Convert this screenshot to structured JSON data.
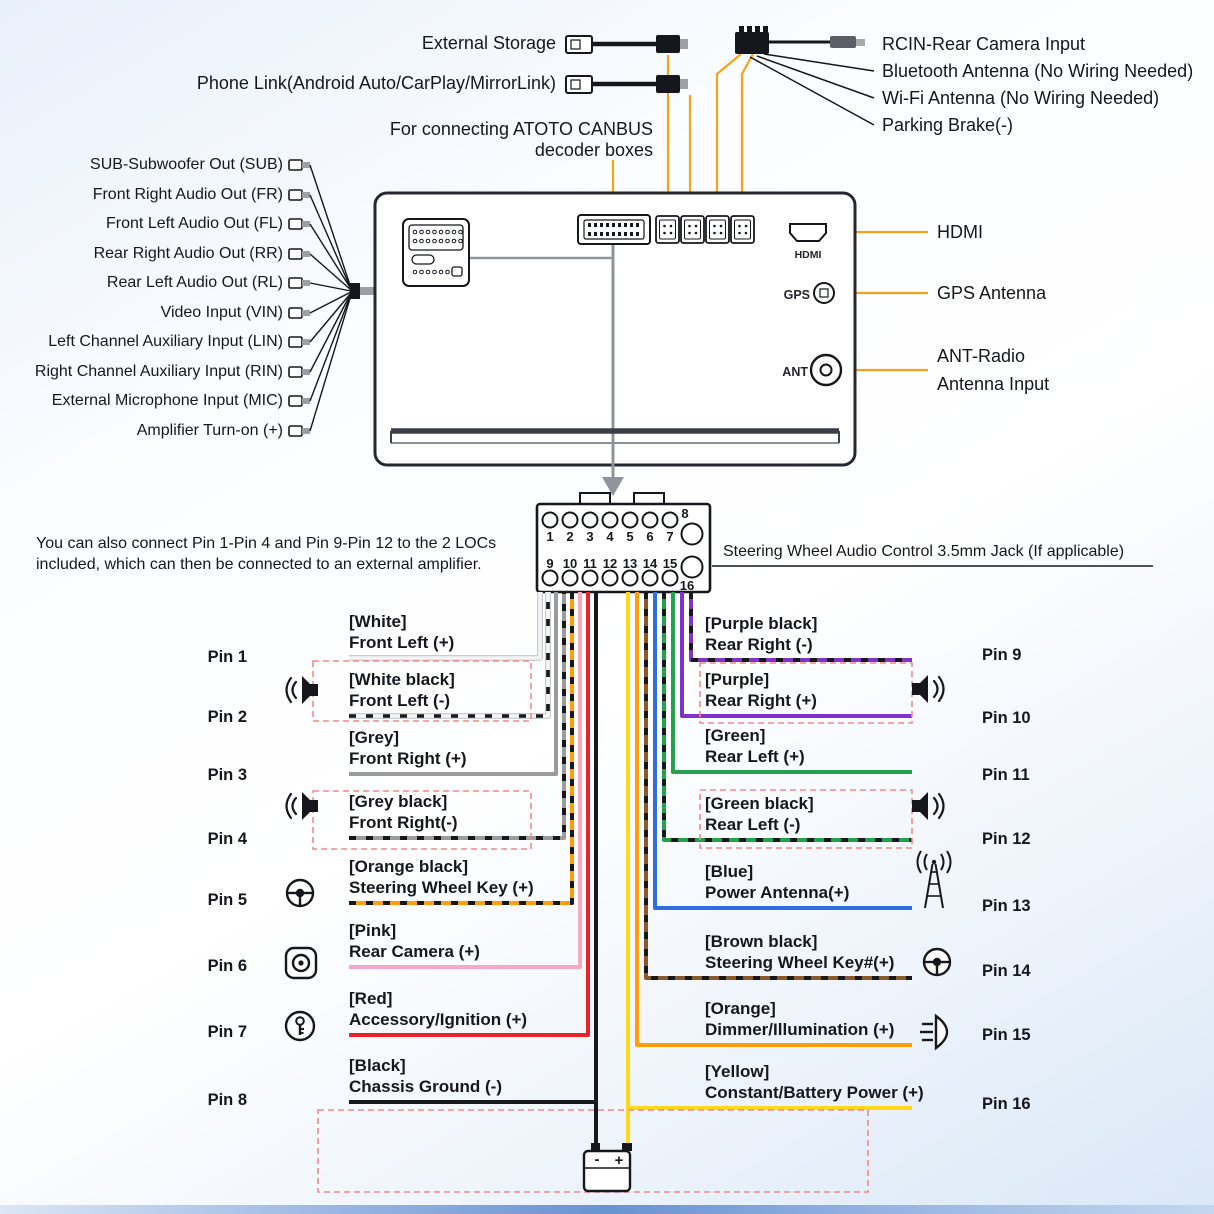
{
  "colors": {
    "leader": "#F6A21B",
    "white": "#F4F4F4",
    "grey": "#9B9B9B",
    "black": "#17181A",
    "orange": "#FF9D0A",
    "pink": "#F6A8C8",
    "red": "#E8232B",
    "purple": "#8033C9",
    "green": "#23A14D",
    "blue": "#2E6FDE",
    "brown": "#8A5A2E",
    "yellow": "#FFD81A",
    "dash": "#F08A8A"
  },
  "top": {
    "external_storage": "External Storage",
    "phone_link": "Phone Link(Android Auto/CarPlay/MirrorLink)",
    "canbus_line1": "For connecting ATOTO CANBUS",
    "canbus_line2": "decoder boxes",
    "right_labels": [
      "RCIN-Rear Camera Input",
      "Bluetooth Antenna (No Wiring Needed)",
      "Wi-Fi Antenna (No Wiring Needed)",
      "Parking Brake(-)"
    ],
    "hdmi_port_label": "HDMI",
    "hdmi": "HDMI",
    "gps_port_label": "GPS",
    "gps": "GPS Antenna",
    "ant_port_label": "ANT",
    "ant_line1": "ANT-Radio",
    "ant_line2": "Antenna Input"
  },
  "rca": {
    "labels": [
      "SUB-Subwoofer Out (SUB)",
      "Front Right Audio Out (FR)",
      "Front Left Audio Out (FL)",
      "Rear Right Audio Out (RR)",
      "Rear Left Audio Out (RL)",
      "Video Input (VIN)",
      "Left Channel Auxiliary Input (LIN)",
      "Right Channel Auxiliary Input (RIN)",
      "External Microphone Input (MIC)",
      "Amplifier Turn-on (+)"
    ]
  },
  "middle": {
    "loc_note_line1": "You can also connect Pin 1-Pin 4 and Pin 9-Pin 12 to the 2 LOCs",
    "loc_note_line2": "included, which can then be connected to an external amplifier.",
    "swc_note": "Steering Wheel Audio Control 3.5mm Jack (If applicable)",
    "top_pins": [
      "1",
      "2",
      "3",
      "4",
      "5",
      "6",
      "7"
    ],
    "pin8": "8",
    "bottom_pins": [
      "9",
      "10",
      "11",
      "12",
      "13",
      "14",
      "15"
    ],
    "pin16": "16"
  },
  "pins_left": [
    {
      "pin": "Pin 1",
      "tag": "[White]",
      "fn": "Front Left (+)"
    },
    {
      "pin": "Pin 2",
      "tag": "[White black]",
      "fn": "Front Left (-)"
    },
    {
      "pin": "Pin 3",
      "tag": "[Grey]",
      "fn": "Front Right (+)"
    },
    {
      "pin": "Pin 4",
      "tag": "[Grey black]",
      "fn": "Front Right(-)"
    },
    {
      "pin": "Pin 5",
      "tag": "[Orange black]",
      "fn": "Steering Wheel Key (+)"
    },
    {
      "pin": "Pin 6",
      "tag": "[Pink]",
      "fn": "Rear Camera (+)"
    },
    {
      "pin": "Pin 7",
      "tag": "[Red]",
      "fn": "Accessory/Ignition (+)"
    },
    {
      "pin": "Pin 8",
      "tag": "[Black]",
      "fn": "Chassis Ground (-)"
    }
  ],
  "pins_right": [
    {
      "pin": "Pin 9",
      "tag": "[Purple black]",
      "fn": "Rear Right (-)"
    },
    {
      "pin": "Pin 10",
      "tag": "[Purple]",
      "fn": "Rear Right (+)"
    },
    {
      "pin": "Pin 11",
      "tag": "[Green]",
      "fn": "Rear Left (+)"
    },
    {
      "pin": "Pin 12",
      "tag": "[Green black]",
      "fn": "Rear Left (-)"
    },
    {
      "pin": "Pin 13",
      "tag": "[Blue]",
      "fn": "Power Antenna(+)"
    },
    {
      "pin": "Pin 14",
      "tag": "[Brown black]",
      "fn": "Steering Wheel Key#(+)"
    },
    {
      "pin": "Pin 15",
      "tag": "[Orange]",
      "fn": "Dimmer/Illumination (+)"
    },
    {
      "pin": "Pin 16",
      "tag": "[Yellow]",
      "fn": "Constant/Battery Power (+)"
    }
  ],
  "battery": {
    "minus": "-",
    "plus": "+"
  }
}
